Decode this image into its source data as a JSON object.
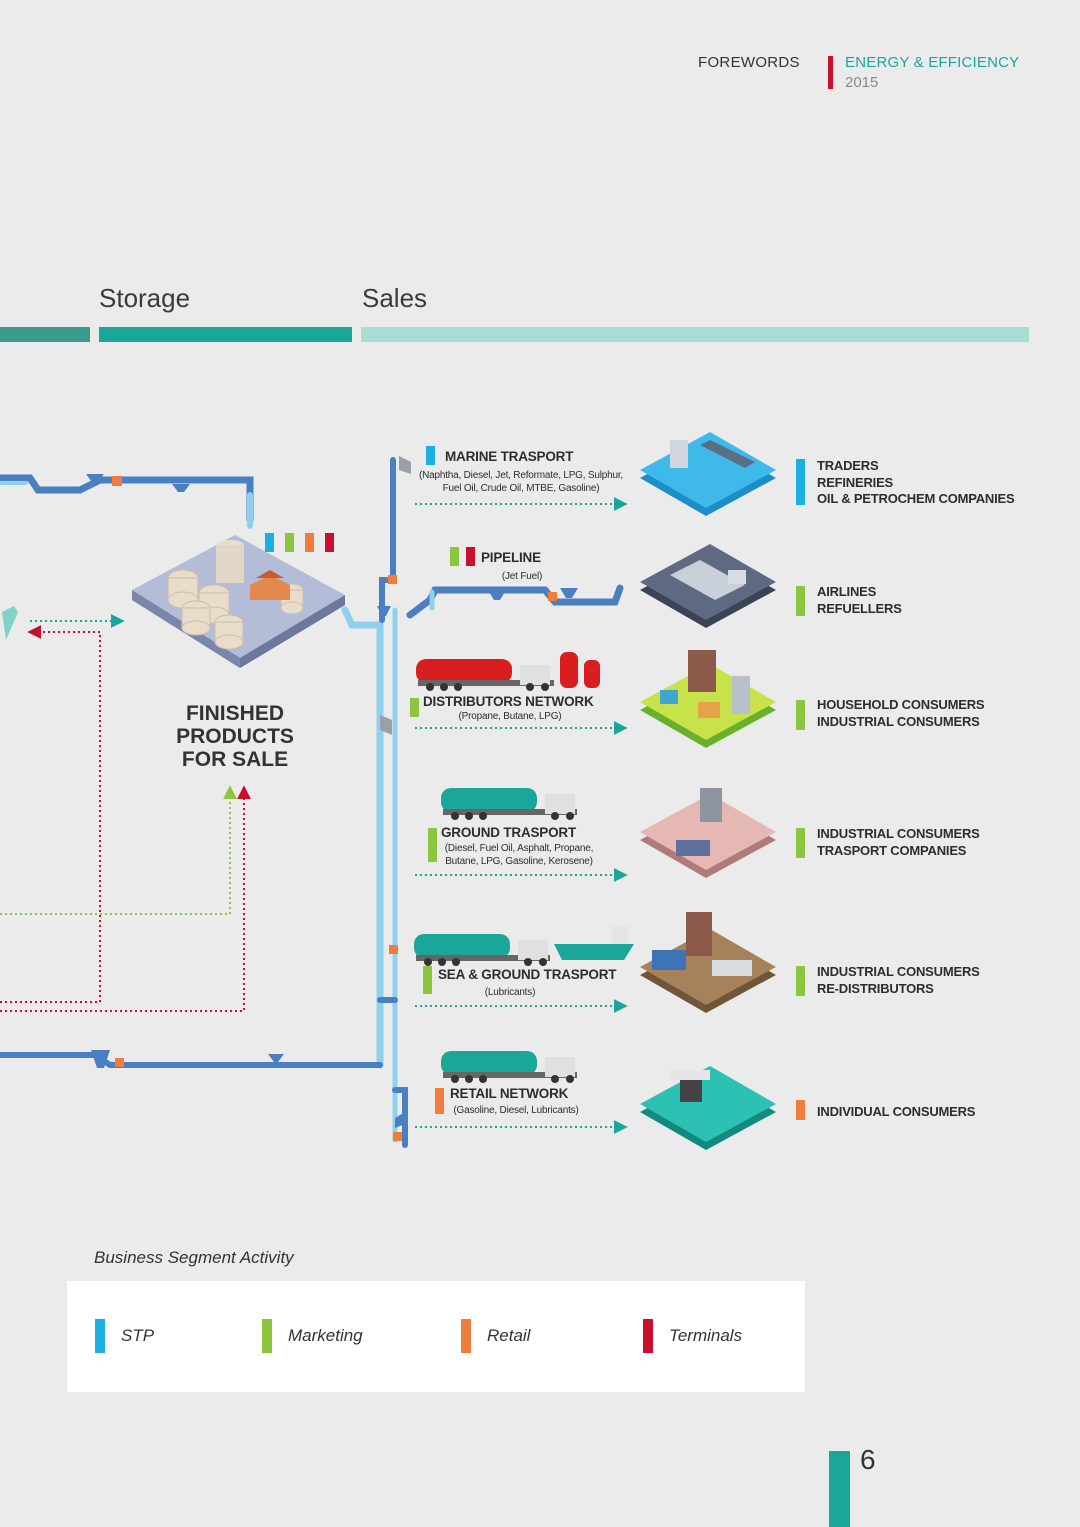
{
  "header": {
    "section": "FOREWORDS",
    "report_title": "ENERGY & EFFICIENCY",
    "year": "2015"
  },
  "stages": {
    "storage": "Storage",
    "sales": "Sales"
  },
  "finished_products": {
    "line1": "FINISHED",
    "line2": "PRODUCTS",
    "line3": "FOR SALE"
  },
  "channels": [
    {
      "title": "MARINE TRASPORT",
      "subtitle1": "(Naphtha, Diesel, Jet, Reformate, LPG, Sulphur,",
      "subtitle2": "Fuel Oil, Crude Oil, MTBE, Gasoline)",
      "segments": [
        "STP"
      ],
      "customers": [
        "TRADERS",
        "REFINERIES",
        "OIL & PETROCHEM COMPANIES"
      ],
      "customer_segment": "STP"
    },
    {
      "title": "PIPELINE",
      "subtitle1": "(Jet Fuel)",
      "subtitle2": "",
      "segments": [
        "Marketing",
        "Terminals"
      ],
      "customers": [
        "AIRLINES",
        "REFUELLERS"
      ],
      "customer_segment": "Marketing"
    },
    {
      "title": "DISTRIBUTORS NETWORK",
      "subtitle1": "(Propane, Butane, LPG)",
      "subtitle2": "",
      "segments": [
        "Marketing"
      ],
      "customers": [
        "HOUSEHOLD CONSUMERS",
        "INDUSTRIAL CONSUMERS"
      ],
      "customer_segment": "Marketing"
    },
    {
      "title": "GROUND TRASPORT",
      "subtitle1": "(Diesel, Fuel Oil, Asphalt, Propane,",
      "subtitle2": "Butane, LPG, Gasoline, Kerosene)",
      "segments": [
        "Marketing"
      ],
      "customers": [
        "INDUSTRIAL CONSUMERS",
        "TRASPORT COMPANIES"
      ],
      "customer_segment": "Marketing"
    },
    {
      "title": "SEA & GROUND TRASPORT",
      "subtitle1": "(Lubricants)",
      "subtitle2": "",
      "segments": [
        "Marketing"
      ],
      "customers": [
        "INDUSTRIAL CONSUMERS",
        "RE-DISTRIBUTORS"
      ],
      "customer_segment": "Marketing"
    },
    {
      "title": "RETAIL NETWORK",
      "subtitle1": "(Gasoline, Diesel, Lubricants)",
      "subtitle2": "",
      "segments": [
        "Retail"
      ],
      "customers": [
        "INDIVIDUAL CONSUMERS"
      ],
      "customer_segment": "Retail"
    }
  ],
  "legend": {
    "title": "Business Segment Activity",
    "items": [
      {
        "label": "STP",
        "color": "#1ab0e0"
      },
      {
        "label": "Marketing",
        "color": "#8cc63f"
      },
      {
        "label": "Retail",
        "color": "#ef7d3c"
      },
      {
        "label": "Terminals",
        "color": "#c8102e"
      }
    ]
  },
  "page_number": "6",
  "colors": {
    "teal": "#1aa79a",
    "teal_dark": "#3a9b8c",
    "teal_light": "#a8ddd4",
    "pipe_blue": "#4a7fc1",
    "pipe_light": "#8fd0ec",
    "stp": "#1ab0e0",
    "marketing": "#8cc63f",
    "retail": "#ef7d3c",
    "terminals": "#c8102e"
  }
}
